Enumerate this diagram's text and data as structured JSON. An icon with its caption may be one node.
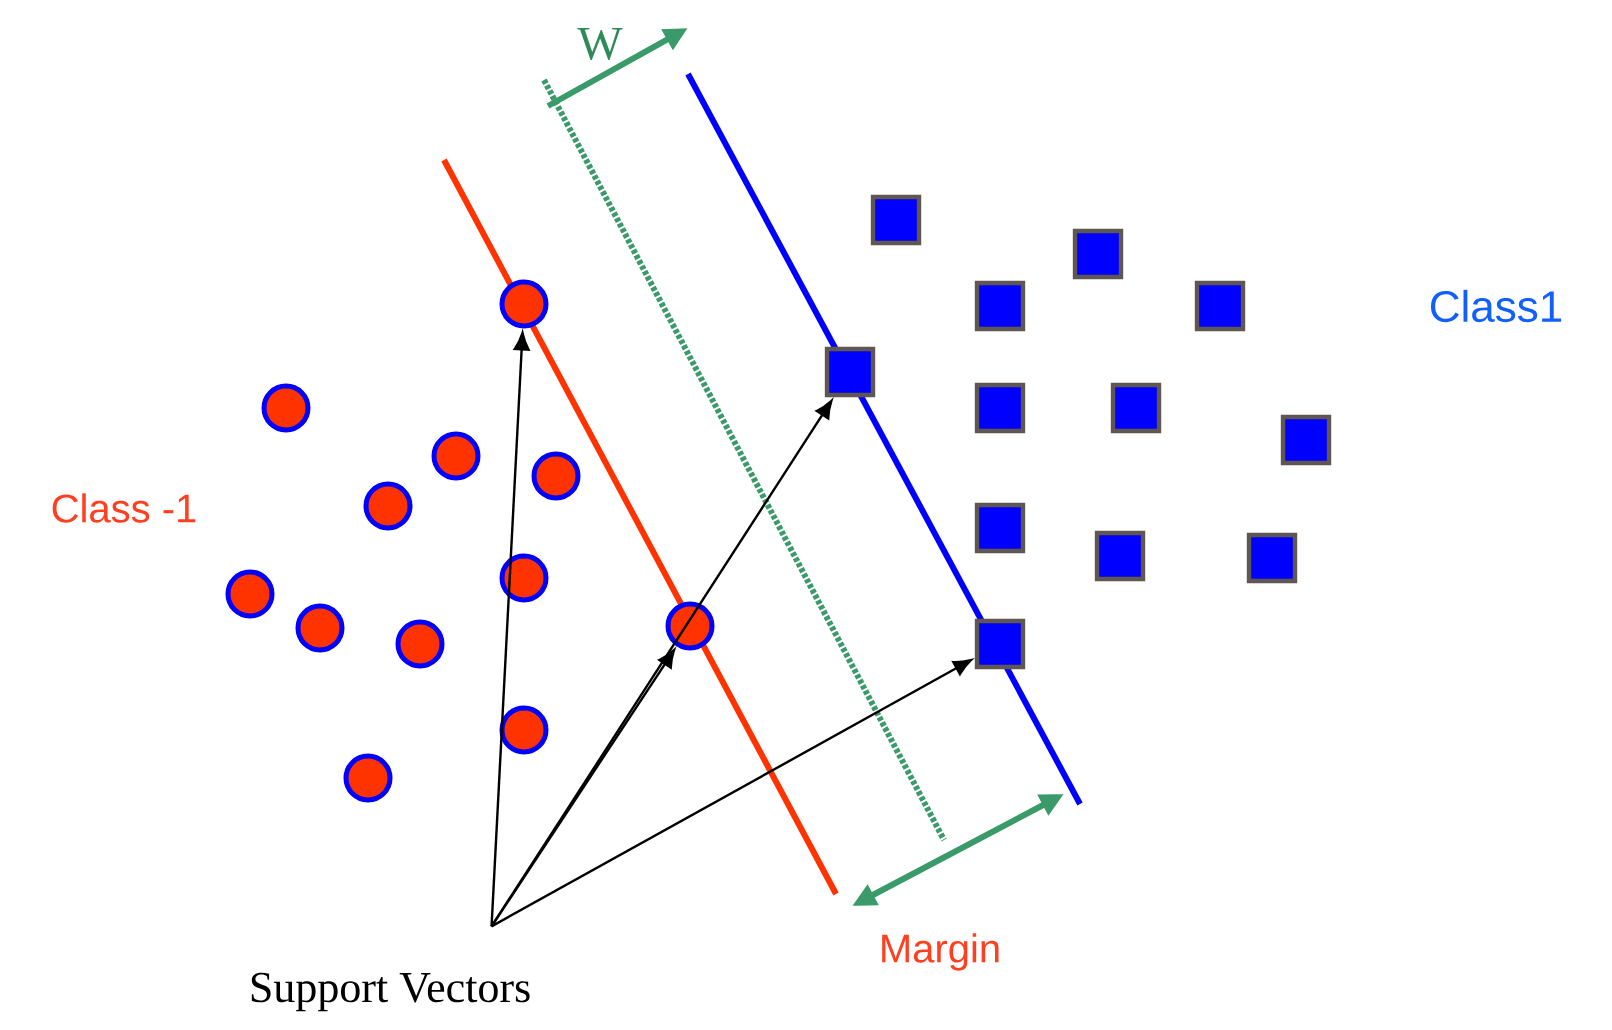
{
  "diagram": {
    "nodes": [
      {
        "text": [],
        "shape": "box"
      },
      {
        "text": [],
        "shape": "box"
      },
      {
        "text": [],
        "shape": "circle"
      },
      {
        "text": [],
        "shape": "box"
      },
      {
        "text": [],
        "shape": "box"
      },
      {
        "text": [],
        "shape": "box"
      },
      {
        "text": [],
        "shape": "circle"
      },
      {
        "text": [],
        "shape": "box"
      },
      {
        "text": [],
        "shape": "box"
      },
      {
        "text": [],
        "shape": "box"
      },
      {
        "text": [],
        "shape": "circle"
      },
      {
        "text": [],
        "shape": "circle"
      },
      {
        "text": [],
        "shape": "circle"
      },
      {
        "text": [],
        "shape": "box"
      },
      {
        "text": [],
        "shape": "box"
      },
      {
        "text": [],
        "shape": "box"
      },
      {
        "text": [],
        "shape": "circle"
      },
      {
        "text": [],
        "shape": "circle"
      },
      {
        "text": [],
        "shape": "circle"
      },
      {
        "text": [],
        "shape": "circle"
      },
      {
        "text": [],
        "shape": "circle"
      },
      {
        "text": [],
        "shape": "box"
      },
      {
        "text": [],
        "shape": "circle"
      },
      {
        "text": [],
        "shape": "circle"
      },
      {
        "text": [
          "Support Vectors"
        ]
      }
    ],
    "edges": [
      {
        "from": 24,
        "to": 2,
        "arrow": "to"
      },
      {
        "from": 24,
        "to": 5,
        "arrow": "to"
      },
      {
        "from": 24,
        "to": 18,
        "arrow": "to"
      },
      {
        "from": 24,
        "to": 21,
        "arrow": "to"
      }
    ],
    "labels": [
      "W",
      "Class1",
      "Class -1",
      "Margin"
    ]
  }
}
